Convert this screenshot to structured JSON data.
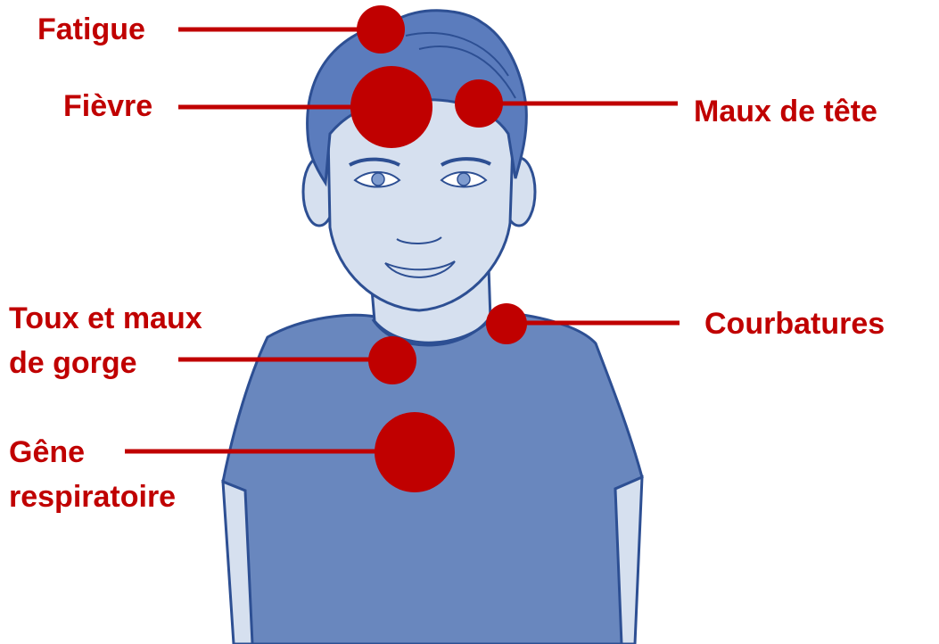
{
  "colors": {
    "label": "#c00000",
    "marker": "#c00000",
    "shirt": "#6987be",
    "skin": "#d6e0ef",
    "hair": "#5b7cbd",
    "outline": "#2d4f93"
  },
  "symptoms": {
    "fatigue": "Fatigue",
    "fievre": "Fièvre",
    "maux_de_tete": "Maux de tête",
    "courbatures": "Courbatures",
    "toux_line1": "Toux et maux",
    "toux_line2": "de gorge",
    "gene_line1": "Gêne",
    "gene_line2": "respiratoire"
  },
  "figure": {
    "icon": "boy-illustration"
  }
}
